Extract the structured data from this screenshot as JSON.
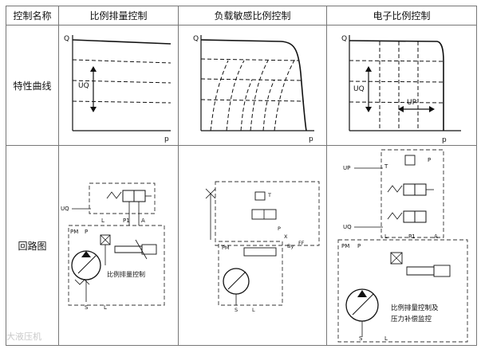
{
  "table": {
    "header": {
      "name": "控制名称",
      "col1": "比例排量控制",
      "col2": "负载敏感比例控制",
      "col3": "电子比例控制"
    },
    "rows": {
      "curve": "特性曲线",
      "circuit": "回路图"
    }
  },
  "curves": {
    "q": "Q",
    "p": "p",
    "uq": "UQ",
    "up": "UP"
  },
  "circuits": {
    "c1": {
      "uq": "UQ",
      "l": "L",
      "p1": "P1",
      "a": "A",
      "pm": "PM",
      "p": "P",
      "s": "S",
      "l2": "L",
      "caption": "比例排量控制"
    },
    "c2": {
      "t": "T",
      "p": "P",
      "x": "X",
      "by": "By",
      "ff": "FF",
      "pm": "PM",
      "s": "S",
      "l": "L"
    },
    "c3": {
      "up": "UP",
      "t": "T",
      "p_top": "P",
      "uq": "UQ",
      "l": "L",
      "p1": "P1",
      "a": "A",
      "pm": "PM",
      "p": "P",
      "s": "S",
      "l2": "L",
      "caption1": "比例排量控制及",
      "caption2": "压力补偿监控"
    }
  },
  "watermark": "大液压机"
}
